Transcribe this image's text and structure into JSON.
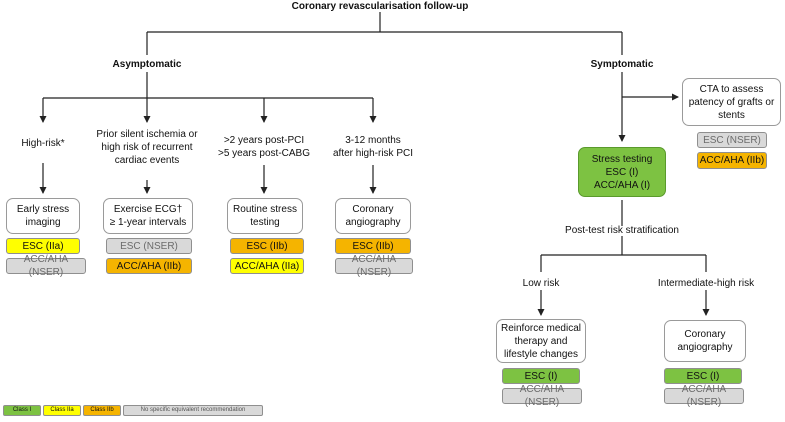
{
  "title": "Coronary revascularisation follow-up",
  "colors": {
    "class_i": "#7dc242",
    "class_iia": "#ffff00",
    "class_iib": "#f5b400",
    "no_equivalent": "#d9d9d9"
  },
  "asymptomatic": {
    "heading": "Asymptomatic",
    "branches": [
      {
        "condition_lines": [
          "High-risk*"
        ],
        "test_lines": [
          "Early stress",
          "imaging"
        ],
        "esc": "ESC (IIa)",
        "acc": "ACC/AHA (NSER)"
      },
      {
        "condition_lines": [
          "Prior silent ischemia or",
          "high risk of recurrent",
          "cardiac events"
        ],
        "test_lines": [
          "Exercise ECG†",
          "≥ 1-year intervals"
        ],
        "esc": "ESC (NSER)",
        "acc": "ACC/AHA (IIb)"
      },
      {
        "condition_lines": [
          ">2 years post-PCI",
          ">5 years post-CABG"
        ],
        "test_lines": [
          "Routine stress",
          "testing"
        ],
        "esc": "ESC (IIb)",
        "acc": "ACC/AHA (IIa)"
      },
      {
        "condition_lines": [
          "3-12 months",
          "after high-risk PCI"
        ],
        "test_lines": [
          "Coronary",
          "angiography"
        ],
        "esc": "ESC (IIb)",
        "acc": "ACC/AHA (NSER)"
      }
    ]
  },
  "symptomatic": {
    "heading": "Symptomatic",
    "cta_lines": [
      "CTA to assess",
      "patency of grafts or",
      "stents"
    ],
    "cta_esc": "ESC (NSER)",
    "cta_acc": "ACC/AHA (IIb)",
    "stress_lines": [
      "Stress testing",
      "ESC (I)",
      "ACC/AHA (I)"
    ],
    "stratification": "Post-test risk stratification",
    "low_risk": {
      "label": "Low risk",
      "box_lines": [
        "Reinforce medical",
        "therapy and",
        "lifestyle changes"
      ],
      "esc": "ESC (I)",
      "acc": "ACC/AHA (NSER)"
    },
    "intermediate_high_risk": {
      "label": "Intermediate-high risk",
      "box_lines": [
        "Coronary",
        "angiography"
      ],
      "esc": "ESC (I)",
      "acc": "ACC/AHA (NSER)"
    }
  },
  "legend": [
    {
      "label": "Class I",
      "color": "#7dc242"
    },
    {
      "label": "Class IIa",
      "color": "#ffff00"
    },
    {
      "label": "Class IIb",
      "color": "#f5b400"
    },
    {
      "label": "No specific equivalent recommendation",
      "color": "#d9d9d9"
    }
  ]
}
